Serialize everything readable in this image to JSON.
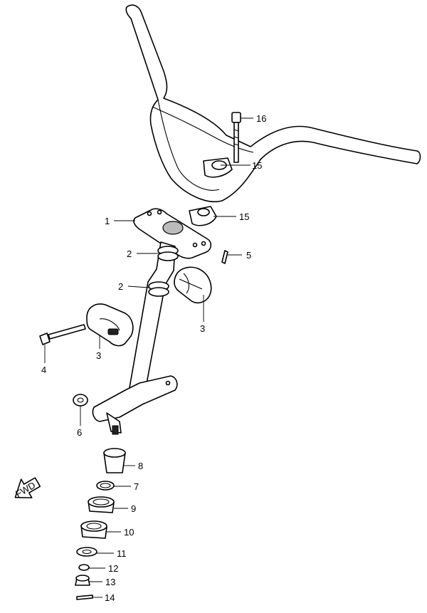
{
  "callouts": {
    "c1": "1",
    "c2a": "2",
    "c2b": "2",
    "c3a": "3",
    "c3b": "3",
    "c4": "4",
    "c5": "5",
    "c6": "6",
    "c7": "7",
    "c8": "8",
    "c9": "9",
    "c10": "10",
    "c11": "11",
    "c12": "12",
    "c13": "13",
    "c14": "14",
    "c15a": "15",
    "c15b": "15",
    "c16": "16"
  },
  "fwd_arrow": {
    "label": "FWD"
  }
}
